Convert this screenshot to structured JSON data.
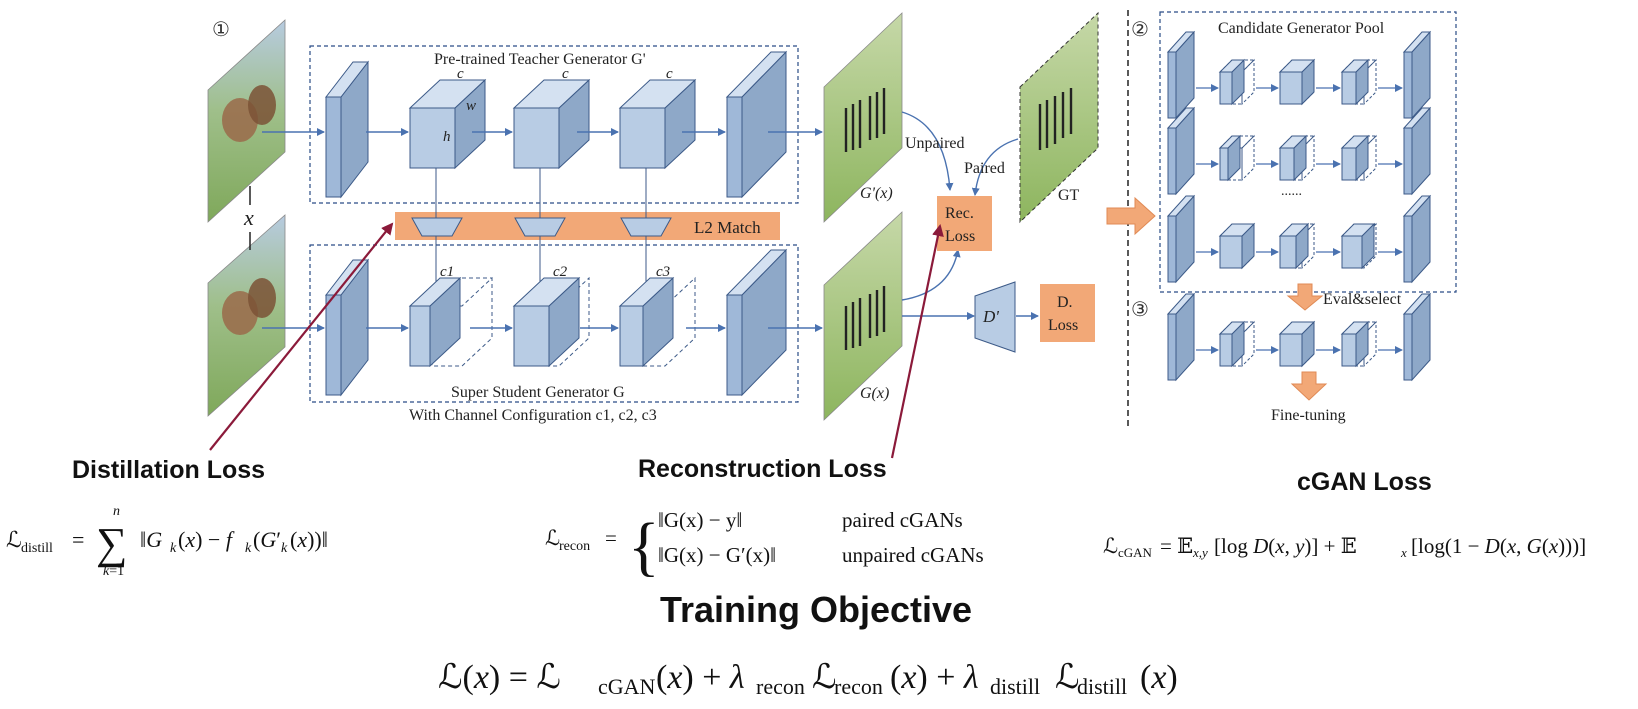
{
  "colors": {
    "block_front": "#b8cce4",
    "block_side": "#8ea8c8",
    "block_top": "#d4e1f1",
    "block_stroke": "#3c5a88",
    "arrow": "#4a72b0",
    "loss_box": "#f2a877",
    "match_bar": "#f2a877",
    "pointer": "#8b1a3a",
    "dash": "#2a4c86"
  },
  "markers": {
    "step1": "①",
    "step2": "②",
    "step3": "③"
  },
  "teacher": {
    "title": "Pre-trained Teacher Generator G'",
    "dim_c": "c",
    "dim_w": "w",
    "dim_h": "h",
    "output_label": "G'(x)"
  },
  "student": {
    "title": "Super Student Generator G",
    "subtitle": "With Channel Configuration c1, c2, c3",
    "c1": "c1",
    "c2": "c2",
    "c3": "c3",
    "output_label": "G(x)"
  },
  "input_label": "x",
  "match_label": "L2 Match",
  "unpaired_label": "Unpaired",
  "paired_label": "Paired",
  "gt_label": "GT",
  "rec_loss": "Rec. Loss",
  "d_loss": "D. Loss",
  "discriminator": "D'",
  "pool": {
    "title": "Candidate Generator Pool",
    "ellipsis": "......",
    "eval_select": "Eval&select",
    "fine_tuning": "Fine-tuning"
  },
  "headings": {
    "distillation": "Distillation Loss",
    "reconstruction": "Reconstruction Loss",
    "cgan": "cGAN Loss",
    "training": "Training Objective"
  },
  "equations": {
    "distill": "ℒdistill = Σk=1n ‖Gk(x) − fk(G′k(x))‖",
    "recon_lhs": "ℒrecon =",
    "recon_paired": "‖G(x) − y‖",
    "recon_paired_label": "paired cGANs",
    "recon_unpaired": "‖G(x) − G′(x)‖",
    "recon_unpaired_label": "unpaired cGANs",
    "cgan": "ℒcGAN = 𝔼x,y[log D(x, y)] + 𝔼x[log(1 − D(x, G(x)))]",
    "training": "ℒ(x) = ℒcGAN(x) + λreconℒrecon(x) + λdistillℒdistill(x)"
  }
}
